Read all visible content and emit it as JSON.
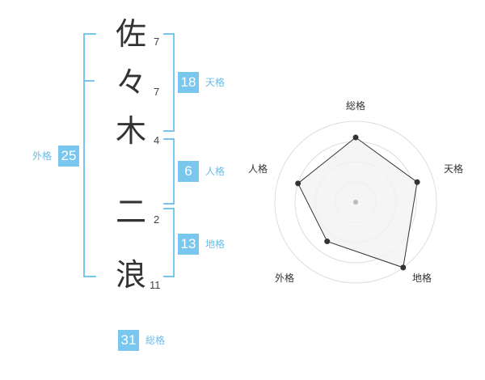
{
  "name": {
    "chars": [
      "佐",
      "々",
      "木",
      "二",
      "浪"
    ],
    "strokes": [
      "7",
      "7",
      "4",
      "2",
      "11"
    ]
  },
  "fortune": {
    "tenkaku": {
      "value": "18",
      "label": "天格"
    },
    "jinkaku": {
      "value": "6",
      "label": "人格"
    },
    "chikaku": {
      "value": "13",
      "label": "地格"
    },
    "gaikaku": {
      "value": "25",
      "label": "外格"
    },
    "soukaku": {
      "value": "31",
      "label": "総格"
    }
  },
  "chart_data": {
    "type": "radar",
    "axes": [
      "総格",
      "天格",
      "地格",
      "外格",
      "人格"
    ],
    "values": [
      0.8,
      0.8,
      1.0,
      0.6,
      0.75
    ],
    "rings": 4,
    "colors": {
      "fill": "#f2f2f2",
      "line": "#333333",
      "ring": "#dddddd",
      "accent": "#79c6ee"
    }
  }
}
